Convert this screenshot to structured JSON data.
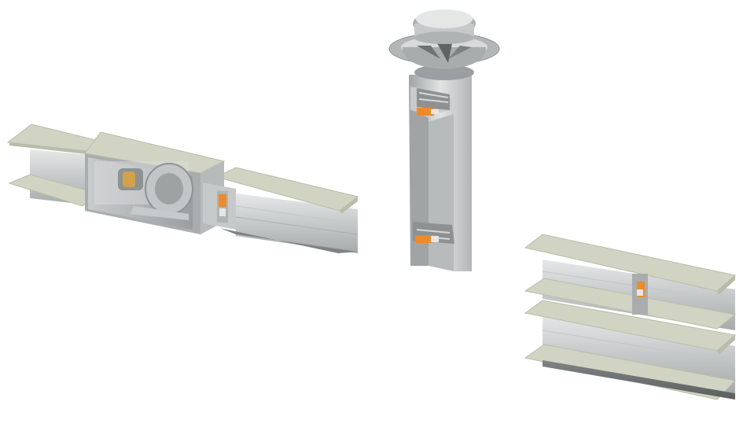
{
  "scene": {
    "background": "#ffffff",
    "colors": {
      "duct_top": "#d2d4c3",
      "duct_top_edge": "#b9bcaa",
      "metal_light": "#dfe1e1",
      "metal_mid": "#b7babb",
      "metal_dark": "#8e9293",
      "metal_shadow": "#6f7374",
      "actuator_orange": "#ee8a2a",
      "motor_brass": "#d2a24a"
    },
    "objects": [
      {
        "id": "horizontal-duct-with-fan-box",
        "components": [
          "fan-box",
          "centrifugal-fan-icon",
          "fire-damper-actuator"
        ]
      },
      {
        "id": "vertical-shaft-with-roof-fan",
        "components": [
          "roof-fan-icon",
          "fire-damper-actuator-top",
          "fire-damper-actuator-bottom"
        ]
      },
      {
        "id": "stacked-duct-pair",
        "components": [
          "fire-damper-actuator"
        ]
      }
    ]
  }
}
